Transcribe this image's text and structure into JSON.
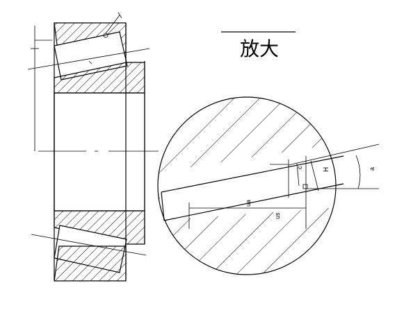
{
  "title": "放大",
  "labels": {
    "dim_ua": "ua",
    "dim_us": "us",
    "dim_h": "H",
    "dim_c": "c",
    "dim_a": "a"
  }
}
